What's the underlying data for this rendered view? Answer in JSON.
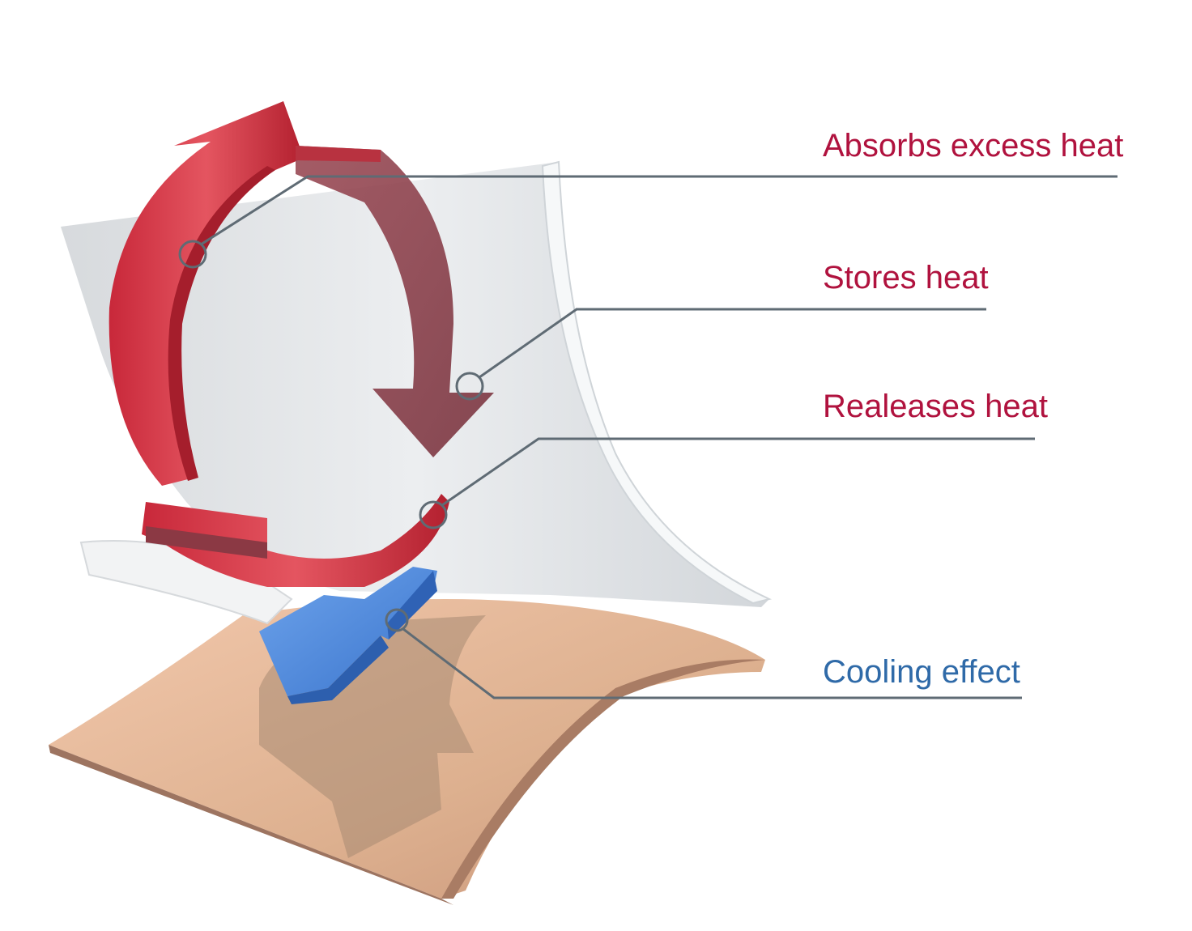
{
  "diagram": {
    "colors": {
      "heat_label": "#b0123e",
      "cool_label": "#2f6aa8",
      "leader_line": "#5f6b74",
      "red_arrow": "#d2333f",
      "red_arrow_dark": "#8e3a44",
      "blue_arrow": "#4a86d8",
      "fabric": "#e2e5e8",
      "skin": "#d8a98a"
    },
    "labels": [
      {
        "id": "absorbs",
        "text": "Absorbs excess heat",
        "color": "red"
      },
      {
        "id": "stores",
        "text": "Stores heat",
        "color": "red"
      },
      {
        "id": "releases",
        "text": "Realeases heat",
        "color": "red"
      },
      {
        "id": "cooling",
        "text": "Cooling effect",
        "color": "blue"
      }
    ],
    "parts": [
      {
        "name": "fabric-layer",
        "description": "curved textile layer"
      },
      {
        "name": "skin-layer",
        "description": "curved skin surface"
      },
      {
        "name": "heat-cycle-arrows",
        "description": "red circular arrows"
      },
      {
        "name": "cooling-arrow",
        "description": "blue downward arrow"
      }
    ]
  }
}
